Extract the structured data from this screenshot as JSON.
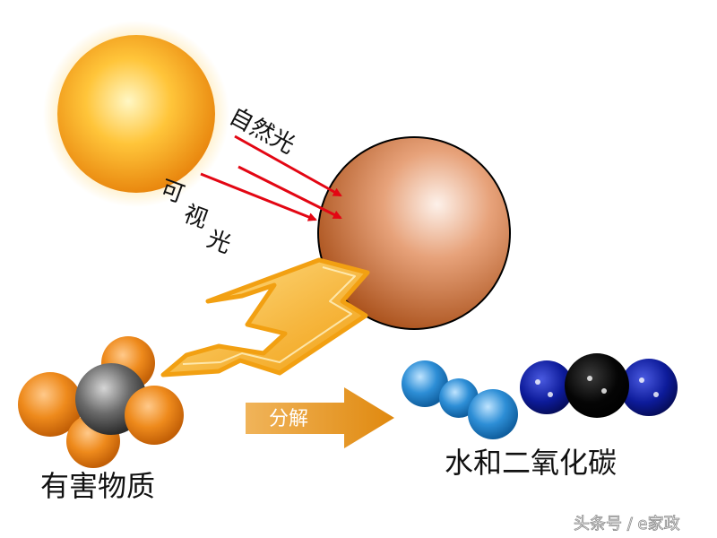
{
  "labels": {
    "natural_light": "自然光",
    "visible_light": [
      "可",
      "视",
      "光"
    ],
    "decompose": "分解",
    "harmful_substance": "有害物质",
    "products": "水和二氧化碳",
    "watermark": "头条号 / e家政"
  },
  "colors": {
    "sun_core": "#fff3b0",
    "sun_edge": "#e8840c",
    "catalyst_core": "#fbe6da",
    "catalyst_edge": "#b5581f",
    "light_arrow": "#e30613",
    "bolt_fill": "#f6b740",
    "bolt_outline": "#f2a012",
    "decompose_arrow": "#e99a1e",
    "molecule_orange": "#e87c12",
    "molecule_gray": "#555555",
    "water_blue": "#2d8ed6",
    "co2_navy": "#0d1b9a",
    "co2_black": "#000000"
  }
}
